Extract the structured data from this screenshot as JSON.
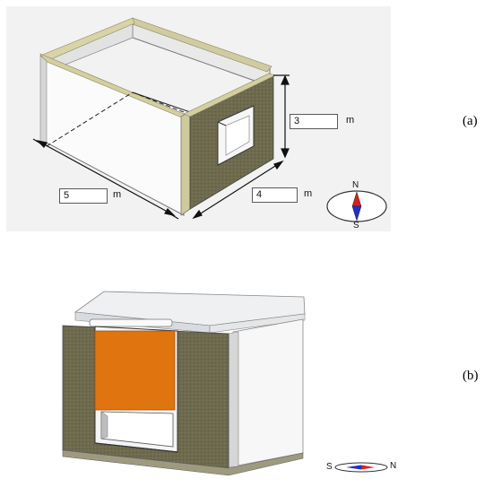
{
  "panel_a": {
    "label": "(a)",
    "dimensions": {
      "length": {
        "value": "5",
        "unit": "m"
      },
      "width": {
        "value": "4",
        "unit": "m"
      },
      "height": {
        "value": "3",
        "unit": "m"
      }
    },
    "compass": {
      "north": "N",
      "south": "S"
    }
  },
  "panel_b": {
    "label": "(b)",
    "compass": {
      "north": "N",
      "south": "S"
    }
  },
  "colors": {
    "insulation_wall": "#6d6a4e",
    "wall_edge": "#c9c49a",
    "blind_orange": "#e0740e",
    "wall_white": "#f4f4f4",
    "compass_red": "#d62020",
    "compass_blue": "#2030c8"
  }
}
